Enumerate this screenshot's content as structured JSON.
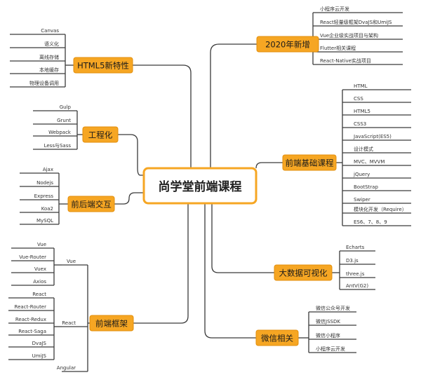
{
  "title": "尚学堂前端课程",
  "colors": {
    "node_fill": "#f6a623",
    "node_stroke": "#e38f0c",
    "line": "#3a3a3a",
    "central_fill": "#ffffff",
    "central_stroke": "#f6a623"
  },
  "branches": [
    {
      "label": "2020年新增",
      "items": [
        "小程序云开发",
        "React轻量级框架DvaJS和UmiJS",
        "Vue企业级实战项目与架构",
        "Flutter相关课程",
        "React-Native实战项目"
      ]
    },
    {
      "label": "HTML5新特性",
      "items": [
        "Canvas",
        "语义化",
        "离线存储",
        "本地缓存",
        "物理设备调用"
      ]
    },
    {
      "label": "工程化",
      "items": [
        "Gulp",
        "Grunt",
        "Webpack",
        "Less与Sass"
      ]
    },
    {
      "label": "前端基础课程",
      "items": [
        "HTML",
        "CSS",
        "HTML5",
        "CSS3",
        "JavaScript(ES5)",
        "设计模式",
        "MVC、MVVM",
        "jQuery",
        "BootStrap",
        "Swiper",
        "模块化开发（Require）",
        "ES6、7、8、9"
      ]
    },
    {
      "label": "前后端交互",
      "items": [
        "Ajax",
        "Nodejs",
        "Express",
        "Koa2",
        "MySQL"
      ]
    },
    {
      "label": "大数据可视化",
      "items": [
        "Echarts",
        "D3.js",
        "three.js",
        "AntV(G2)"
      ]
    },
    {
      "label": "前端框架",
      "groups": [
        {
          "label": "Vue",
          "items": [
            "Vue",
            "Vue-Router",
            "Vuex",
            "Axios"
          ]
        },
        {
          "label": "React",
          "items": [
            "React",
            "React-Router",
            "React-Redux",
            "React-Saga",
            "DvaJS",
            "UmiJS"
          ]
        },
        {
          "label": "Angular",
          "items": []
        }
      ]
    },
    {
      "label": "微信相关",
      "items": [
        "微信公众号开发",
        "微信JSSDK",
        "微信小程序",
        "小程序云开发"
      ]
    }
  ]
}
